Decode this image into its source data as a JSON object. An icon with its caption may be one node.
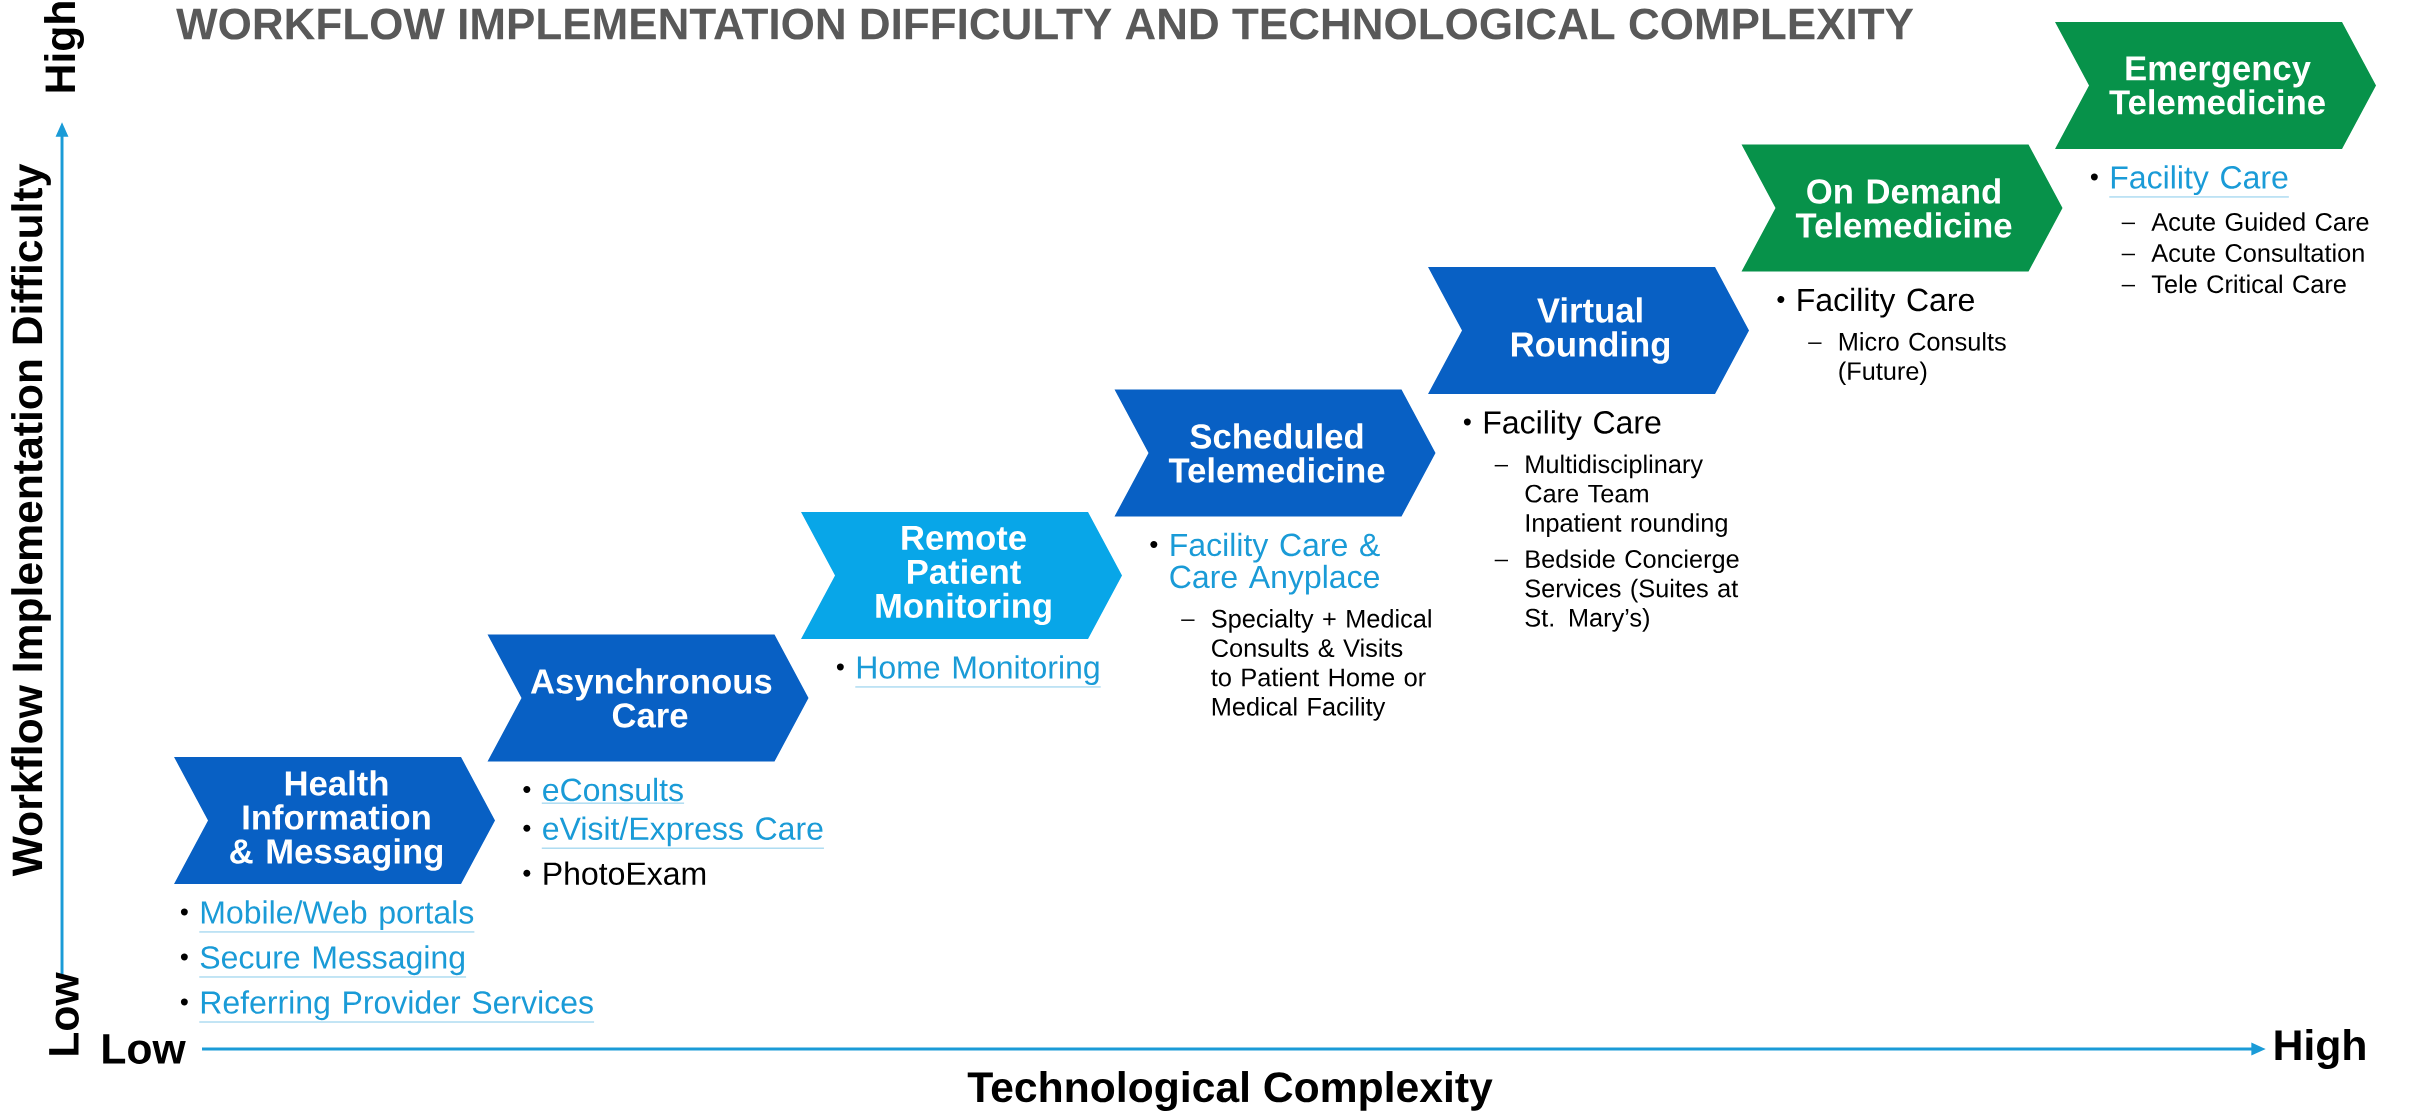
{
  "diagram": {
    "title": "WORKFLOW IMPLEMENTATION DIFFICULTY AND TECHNOLOGICAL COMPLEXITY",
    "nodes": [
      {
        "text": [
          "Health Information & Messaging"
        ],
        "beside": [
          "Mobile/Web portals",
          "Secure Messaging",
          "Referring Provider Services"
        ]
      },
      {
        "text": [
          "Asynchronous Care"
        ],
        "beside": [
          "eConsults",
          "eVisit/Express Care",
          "PhotoExam"
        ]
      },
      {
        "text": [
          "Remote Patient Monitoring"
        ],
        "beside": [
          "Home Monitoring"
        ]
      },
      {
        "text": [
          "Scheduled Telemedicine"
        ],
        "beside": [
          "Facility Care & Care Anyplace",
          "Specialty + Medical Consults & Visits to Patient Home or Medical Facility"
        ]
      },
      {
        "text": [
          "Virtual Rounding"
        ],
        "beside": [
          "Facility Care",
          "Multidisciplinary Care Team Inpatient rounding",
          "Bedside Concierge Services (Suites at St. Mary’s)"
        ]
      },
      {
        "text": [
          "On Demand Telemedicine"
        ],
        "beside": [
          "Facility Care",
          "Micro Consults (Future)"
        ]
      },
      {
        "text": [
          "Emergency Telemedicine"
        ],
        "beside": [
          "Facility Care",
          "Acute Guided Care",
          "Acute Consultation",
          "Tele Critical Care"
        ]
      }
    ],
    "labels": [
      "High",
      "Low",
      "Workflow Implementation Difficulty",
      "Low",
      "High",
      "Technological Complexity"
    ]
  }
}
